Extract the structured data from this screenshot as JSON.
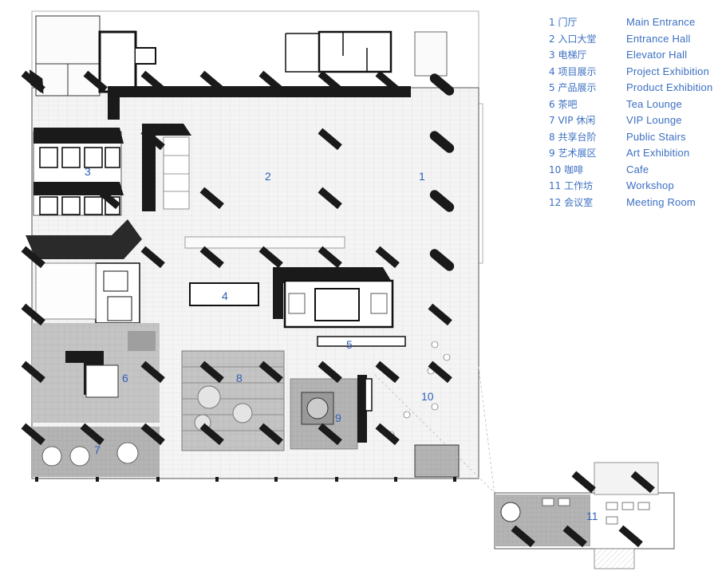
{
  "legend": [
    {
      "num": "1",
      "cn": "1 门厅",
      "en": "Main Entrance"
    },
    {
      "num": "2",
      "cn": "2 入口大堂",
      "en": "Entrance Hall"
    },
    {
      "num": "3",
      "cn": "3 电梯厅",
      "en": "Elevator Hall"
    },
    {
      "num": "4",
      "cn": "4 项目展示",
      "en": "Project Exhibition"
    },
    {
      "num": "5",
      "cn": "5 产品展示",
      "en": "Product Exhibition"
    },
    {
      "num": "6",
      "cn": "6 茶吧",
      "en": "Tea Lounge"
    },
    {
      "num": "7",
      "cn": "7 VIP 休闲",
      "en": "VIP Lounge"
    },
    {
      "num": "8",
      "cn": "8 共享台阶",
      "en": "Public Stairs"
    },
    {
      "num": "9",
      "cn": "9 艺术展区",
      "en": "Art Exhibition"
    },
    {
      "num": "10",
      "cn": "10 咖啡",
      "en": "Cafe"
    },
    {
      "num": "11",
      "cn": "11 工作坊",
      "en": "Workshop"
    },
    {
      "num": "12",
      "cn": "12 会议室",
      "en": "Meeting Room"
    }
  ],
  "plan_labels": {
    "l1": "1",
    "l2": "2",
    "l3": "3",
    "l4": "4",
    "l5": "5",
    "l6": "6",
    "l7": "7",
    "l8": "8",
    "l9": "9",
    "l10": "10",
    "l11": "11"
  },
  "colors": {
    "label": "#2d5fb5",
    "wall": "#1a1a1a",
    "floor_grid": "#d8d8d8",
    "zone_grey": "#bdbdbd",
    "zone_dark": "#8a8a8a"
  }
}
